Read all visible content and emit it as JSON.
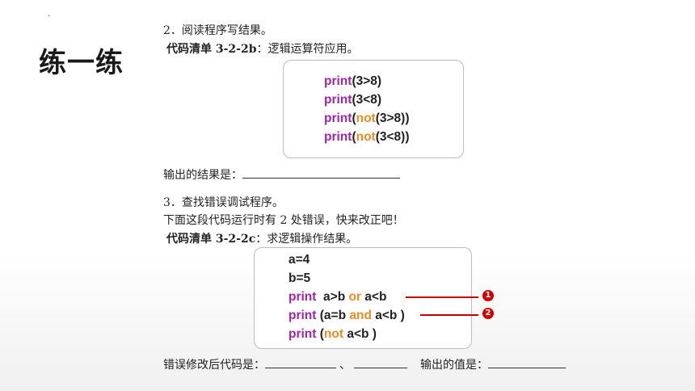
{
  "page_title": "练一练",
  "corner_mark": "·",
  "q2": {
    "heading": "2．阅读程序写结果。",
    "listing_label": "代码清单 3-2-2b",
    "listing_desc": "：逻辑运算符应用。",
    "code": [
      [
        {
          "t": "print",
          "c": "p"
        },
        {
          "t": "(3>8)",
          "c": "n"
        }
      ],
      [
        {
          "t": "print",
          "c": "p"
        },
        {
          "t": "(3<8)",
          "c": "n"
        }
      ],
      [
        {
          "t": "print",
          "c": "p"
        },
        {
          "t": "(",
          "c": "n"
        },
        {
          "t": "not",
          "c": "o"
        },
        {
          "t": "(3>8))",
          "c": "n"
        }
      ],
      [
        {
          "t": "print",
          "c": "p"
        },
        {
          "t": "(",
          "c": "n"
        },
        {
          "t": "not",
          "c": "o"
        },
        {
          "t": "(3<8))",
          "c": "n"
        }
      ]
    ],
    "output_label": "输出的结果是："
  },
  "q3": {
    "heading": "3．查找错误调试程序。",
    "instruction": "下面这段代码运行时有 2 处错误，快来改正吧！",
    "listing_label": "代码清单 3-2-2c",
    "listing_desc": "：求逻辑操作结果。",
    "code": [
      [
        {
          "t": "a=4",
          "c": "n"
        }
      ],
      [
        {
          "t": "b=5",
          "c": "n"
        }
      ],
      [
        {
          "t": "print",
          "c": "p"
        },
        {
          "t": "  a>b ",
          "c": "n"
        },
        {
          "t": "or",
          "c": "o"
        },
        {
          "t": " a<b",
          "c": "n"
        }
      ],
      [
        {
          "t": "print",
          "c": "p"
        },
        {
          "t": " (a=b ",
          "c": "n"
        },
        {
          "t": "and",
          "c": "o"
        },
        {
          "t": " a<b )",
          "c": "n"
        }
      ],
      [
        {
          "t": "print",
          "c": "p"
        },
        {
          "t": " (",
          "c": "n"
        },
        {
          "t": "not",
          "c": "o"
        },
        {
          "t": " a<b )",
          "c": "n"
        }
      ]
    ],
    "markers": [
      "1",
      "2"
    ],
    "fix_label": "错误修改后代码是：",
    "separator": "、",
    "output_label": "输出的值是："
  },
  "colors": {
    "keyword_print": "#a024a8",
    "keyword_logic": "#ee8a24",
    "marker": "#d40000"
  }
}
